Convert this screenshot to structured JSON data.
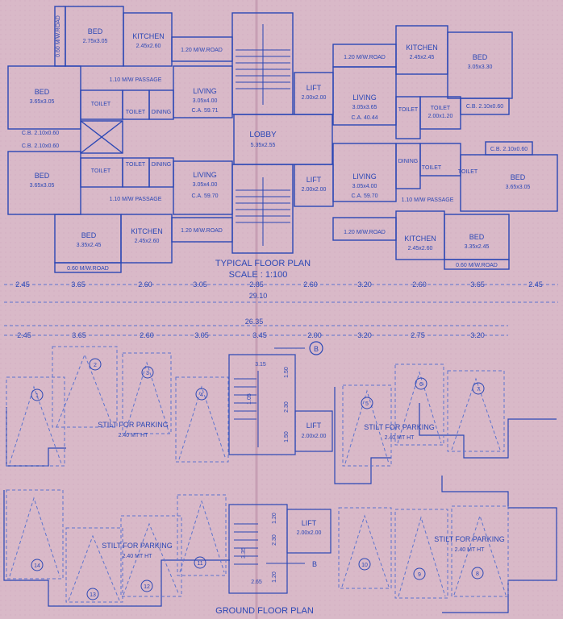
{
  "colors": {
    "paper": "#d9b9c8",
    "ink": "#2b47b5",
    "ink_light": "#5d74cf"
  },
  "typical": {
    "title": "TYPICAL FLOOR PLAN",
    "scale": "SCALE : 1:100",
    "lobby": "LOBBY",
    "lobby_size": "5.35x2.55",
    "lift": "LIFT",
    "lift_size": "2.00x2.00",
    "road_060": "0.60 M/W.ROAD",
    "road_120": "1.20 M/W.ROAD",
    "passage": "1.10 M/W PASSAGE",
    "bed": "BED",
    "kitchen": "KITCHEN",
    "living": "LIVING",
    "toilet": "TOILET",
    "dining": "DINING",
    "ul_bed_size": "2.75x3.05",
    "kitchen_size": "2.45x2.60",
    "bed_365": "3.65x3.05",
    "living_305": "3.05x4.00",
    "ca_5971": "C.A. 59.71",
    "ca_5970": "C.A. 59.70",
    "bed_335": "3.35x2.45",
    "tr_kitchen_size": "2.45x2.45",
    "tr_bed_size": "3.05x3.30",
    "tr_living_size": "3.05x3.65",
    "ca_4044": "C.A. 40.44",
    "toilet_size": "2.00x1.20",
    "cb": "C.B. 2.10x0.60"
  },
  "ground": {
    "title": "GROUND FLOOR PLAN",
    "stilt": "STILT FOR PARKING",
    "ht": "2.40 MT HT",
    "lift": "LIFT",
    "lift_size": "2.00x2.00",
    "marker_b": "B",
    "stair_315": "3.15",
    "stair_150": "1.50",
    "stair_120": "1.20",
    "stair_265": "2.65",
    "stair_230": "2.30",
    "stair_105": "1.05",
    "stair_335": "3.35"
  },
  "dims": {
    "row1": [
      "2.45",
      "3.65",
      "2.60",
      "3.05",
      "2.85",
      "2.60",
      "3.20",
      "2.60",
      "3.65",
      "2.45"
    ],
    "total1": "29.10",
    "total2": "26.35",
    "row2": [
      "2.45",
      "3.65",
      "2.60",
      "3.05",
      "3.45",
      "2.00",
      "3.20",
      "2.75",
      "3.20"
    ]
  },
  "parking_numbers": [
    "1",
    "2",
    "3",
    "4",
    "5",
    "6",
    "7",
    "8",
    "9",
    "10",
    "11",
    "12",
    "13",
    "14"
  ]
}
